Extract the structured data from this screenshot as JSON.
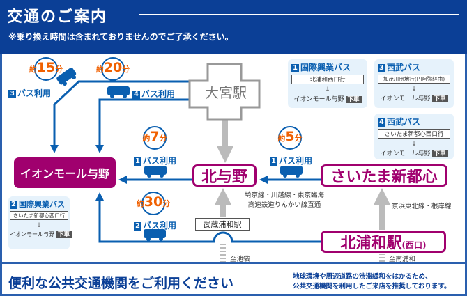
{
  "header": {
    "title": "交通のご案内",
    "note": "※乗り換え時間は含まれておりませんのでご了承ください。"
  },
  "colors": {
    "header": "#0b3f96",
    "route": "#0a5fb0",
    "station": "#a0006e",
    "time": "#f06000",
    "rail": "#bbbbbb"
  },
  "nodes": {
    "aeon": "イオンモール与野",
    "kitayono": "北与野",
    "shintoshin": "さいたま新都心",
    "kitaurawa": "北浦和駅",
    "kitaurawa_exit": "(西口)",
    "omiya": "大宮駅",
    "musashi_urawa": "武蔵浦和駅"
  },
  "routes": [
    {
      "num": "3",
      "label": "バス利用",
      "prefix": "約",
      "minutes": "15",
      "unit": "分"
    },
    {
      "num": "4",
      "label": "バス利用",
      "prefix": "約",
      "minutes": "20",
      "unit": "分"
    },
    {
      "num": "1",
      "label": "バス利用",
      "prefix": "約",
      "minutes": "7",
      "unit": "分"
    },
    {
      "num": "1",
      "label": "バス利用",
      "prefix": "約",
      "minutes": "5",
      "unit": "分"
    },
    {
      "num": "2",
      "label": "バス利用",
      "prefix": "約",
      "minutes": "30",
      "unit": "分"
    }
  ],
  "rails": {
    "saikyo_1": "埼京線・川越線・東京臨海",
    "saikyo_2": "高速鉄道りんかい線直通",
    "keihin": "京浜東北線・根岸線",
    "to_ikebukuro": "至池袋",
    "to_minamiurawa": "至南浦和"
  },
  "info": [
    {
      "num": "1",
      "company": "国際興業バス",
      "route": "北浦和西口行",
      "arrow": "↓",
      "stop": "イオンモール与野",
      "getoff": "下車"
    },
    {
      "num": "3",
      "company": "西武バス",
      "route": "加茂川団地行(円阿弥経由)",
      "arrow": "↓",
      "stop": "イオンモール与野",
      "getoff": "下車"
    },
    {
      "num": "4",
      "company": "西武バス",
      "route": "さいたま新都心西口行",
      "arrow": "↓",
      "stop": "イオンモール与野",
      "getoff": "下車"
    },
    {
      "num": "2",
      "company": "国際興業バス",
      "route": "さいたま新都心西口行",
      "arrow": "↓",
      "stop": "イオンモール与野",
      "getoff": "下車"
    }
  ],
  "footer": {
    "main": "便利な公共交通機関をご利用ください",
    "sub1": "地球環境や周辺道路の渋滞緩和をはかるため、",
    "sub2": "公共交通機関を利用したご来店を推奨しております。"
  }
}
